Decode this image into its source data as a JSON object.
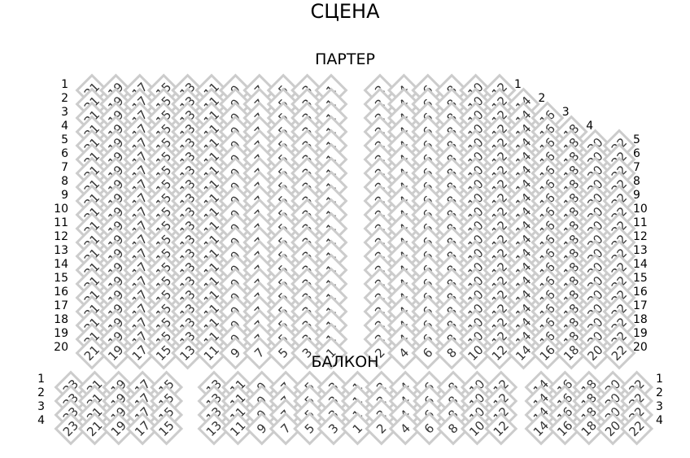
{
  "stage_label": "СЦЕНА",
  "parter_label": "ПАРТЕР",
  "balcony_label": "БАЛКОН",
  "parter": {
    "rows": [
      "1",
      "2",
      "3",
      "4",
      "5",
      "6",
      "7",
      "8",
      "9",
      "10",
      "11",
      "12",
      "13",
      "14",
      "15",
      "16",
      "17",
      "18",
      "19",
      "20"
    ],
    "left_seats": [
      21,
      19,
      17,
      15,
      13,
      11,
      9,
      7,
      5,
      3,
      1
    ],
    "right_seats": [
      2,
      4,
      6,
      8,
      10,
      12,
      14,
      16,
      18,
      20,
      22
    ],
    "right_seats_per_row": [
      6,
      7,
      8,
      9,
      11,
      11,
      11,
      11,
      11,
      11,
      11,
      11,
      11,
      11,
      11,
      11,
      11,
      11,
      11,
      11
    ]
  },
  "balcony": {
    "rows": [
      "1",
      "2",
      "3",
      "4"
    ],
    "left_seats": [
      23,
      21,
      19,
      17,
      15
    ],
    "center_seats": [
      13,
      11,
      9,
      7,
      5,
      3,
      1,
      2,
      4,
      6,
      8,
      10,
      12
    ],
    "right_seats": [
      14,
      16,
      18,
      20,
      22
    ]
  },
  "colors": {
    "seat_border": "#cccccc",
    "seat_fill": "#ffffff",
    "seat_text": "#333333"
  }
}
